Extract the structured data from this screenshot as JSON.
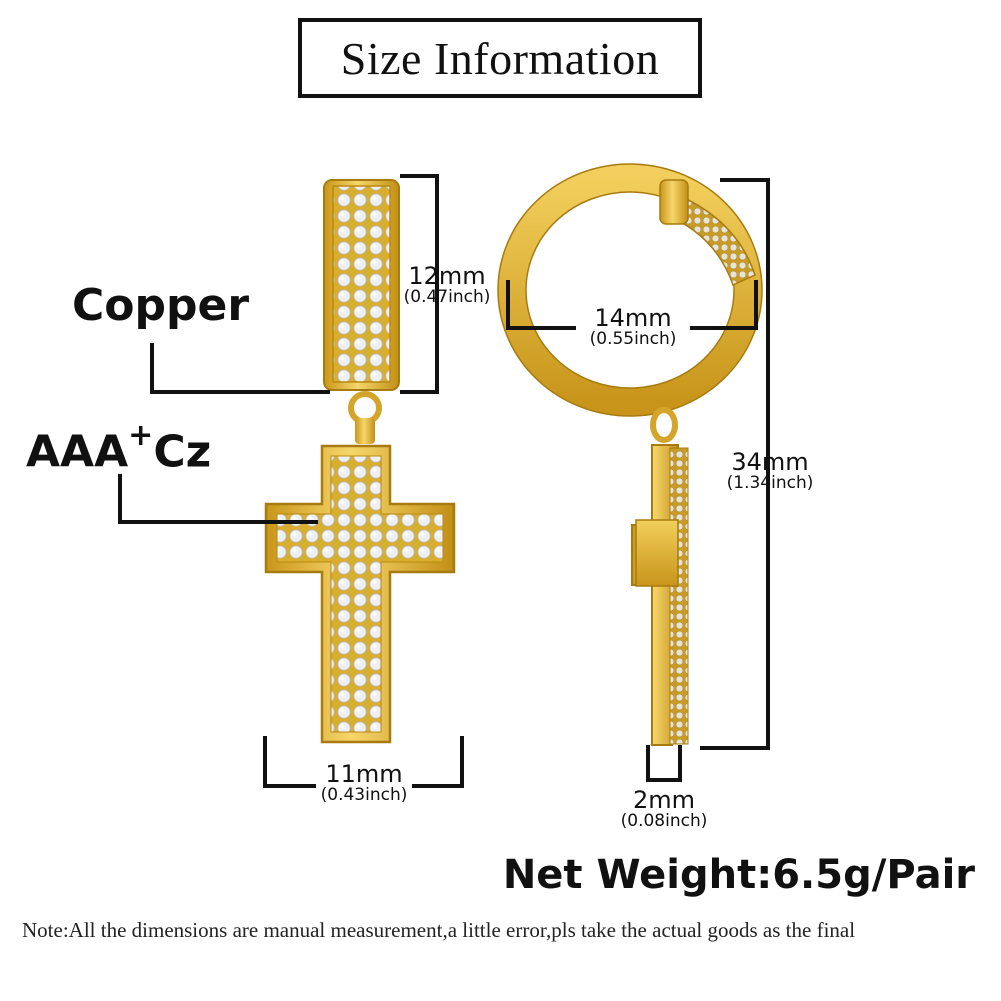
{
  "title": "Size Information",
  "labels": {
    "copper": "Copper",
    "cz_main": "AAA",
    "cz_plus": "+",
    "cz_tail": "Cz"
  },
  "dimensions": {
    "hoop_height": {
      "mm": "12mm",
      "inch": "(0.47inch)"
    },
    "hoop_diameter": {
      "mm": "14mm",
      "inch": "(0.55inch)"
    },
    "total_length": {
      "mm": "34mm",
      "inch": "(1.34inch)"
    },
    "cross_width": {
      "mm": "11mm",
      "inch": "(0.43inch)"
    },
    "thickness": {
      "mm": "2mm",
      "inch": "(0.08inch)"
    }
  },
  "net_weight": "Net Weight:6.5g/Pair",
  "note": "Note:All the dimensions are manual measurement,a little error,pls take the actual goods as the final",
  "colors": {
    "gold": "#e8b92a",
    "gold_dark": "#b98a12",
    "gold_light": "#f7dc73",
    "stone": "#eef0f4"
  }
}
